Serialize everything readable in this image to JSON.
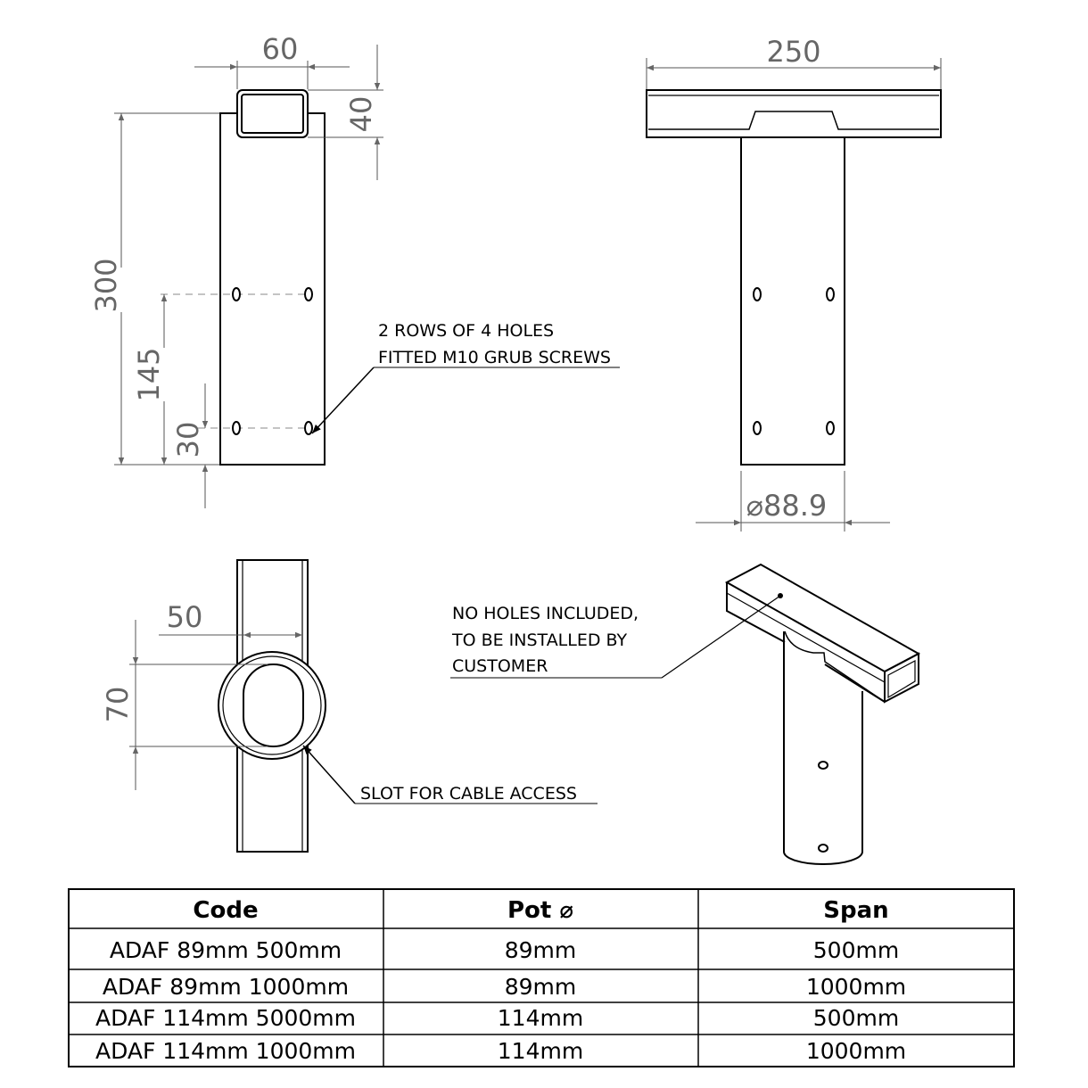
{
  "dimensions": {
    "side_width": "60",
    "side_tube_height": "40",
    "side_total_height": "300",
    "side_hole_row_upper": "145",
    "side_hole_row_lower": "30",
    "front_span": "250",
    "front_diameter": "⌀88.9",
    "top_slot_width": "50",
    "top_slot_length": "70"
  },
  "notes": {
    "holes_line1": "2 ROWS OF 4 HOLES",
    "holes_line2": "FITTED M10 GRUB SCREWS",
    "slot": "SLOT FOR CABLE ACCESS",
    "iso_line1": "NO HOLES INCLUDED,",
    "iso_line2": "TO BE INSTALLED BY",
    "iso_line3": "CUSTOMER"
  },
  "table": {
    "headers": [
      "Code",
      "Pot ⌀",
      "Span"
    ],
    "rows": [
      [
        "ADAF 89mm 500mm",
        "89mm",
        "500mm"
      ],
      [
        "ADAF 89mm 1000mm",
        "89mm",
        "1000mm"
      ],
      [
        "ADAF 114mm 5000mm",
        "114mm",
        "500mm"
      ],
      [
        "ADAF 114mm 1000mm",
        "114mm",
        "1000mm"
      ]
    ]
  }
}
